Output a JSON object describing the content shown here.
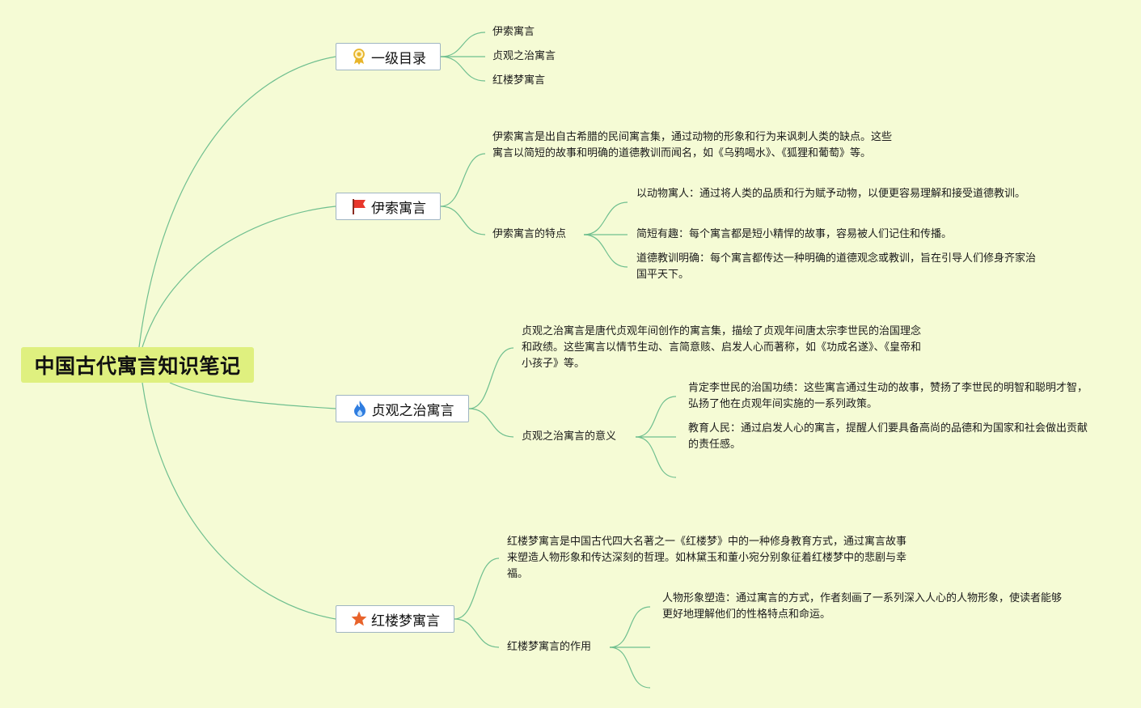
{
  "root": {
    "title": "中国古代寓言知识笔记"
  },
  "branches": {
    "toc": {
      "title": "一级目录",
      "icon": "award-ribbon-icon",
      "items": [
        "伊索寓言",
        "贞观之治寓言",
        "红楼梦寓言"
      ]
    },
    "aesop": {
      "title": "伊索寓言",
      "icon": "red-flag-icon",
      "desc": "伊索寓言是出自古希腊的民间寓言集，通过动物的形象和行为来讽刺人类的缺点。这些寓言以简短的故事和明确的道德教训而闻名，如《乌鸦喝水》、《狐狸和葡萄》等。",
      "sub_title": "伊索寓言的特点",
      "sub_items": [
        "以动物寓人：通过将人类的品质和行为赋予动物，以便更容易理解和接受道德教训。",
        "简短有趣：每个寓言都是短小精悍的故事，容易被人们记住和传播。",
        "道德教训明确：每个寓言都传达一种明确的道德观念或教训，旨在引导人们修身齐家治国平天下。"
      ]
    },
    "zhenguan": {
      "title": "贞观之治寓言",
      "icon": "flame-icon",
      "desc": "贞观之治寓言是唐代贞观年间创作的寓言集，描绘了贞观年间唐太宗李世民的治国理念和政绩。这些寓言以情节生动、言简意赅、启发人心而著称，如《功成名遂》、《皇帝和小孩子》等。",
      "sub_title": "贞观之治寓言的意义",
      "sub_items": [
        "肯定李世民的治国功绩：这些寓言通过生动的故事，赞扬了李世民的明智和聪明才智，弘扬了他在贞观年间实施的一系列政策。",
        "教育人民：通过启发人心的寓言，提醒人们要具备高尚的品德和为国家和社会做出贡献的责任感。"
      ]
    },
    "honglou": {
      "title": "红楼梦寓言",
      "icon": "star-icon",
      "desc": "红楼梦寓言是中国古代四大名著之一《红楼梦》中的一种修身教育方式，通过寓言故事来塑造人物形象和传达深刻的哲理。如林黛玉和董小宛分别象征着红楼梦中的悲剧与幸福。",
      "sub_title": "红楼梦寓言的作用",
      "sub_items": [
        "人物形象塑造：通过寓言的方式，作者刻画了一系列深入人心的人物形象，使读者能够更好地理解他们的性格特点和命运。"
      ]
    }
  },
  "colors": {
    "background": "#f5fbd5",
    "root_fill": "#dff07f",
    "connector": "#6fbf8f",
    "branch_border": "#9fb5c2",
    "flag": "#e8362b",
    "flame": "#2f7de0",
    "star": "#e8632b",
    "ribbon": "#e8b52b"
  }
}
